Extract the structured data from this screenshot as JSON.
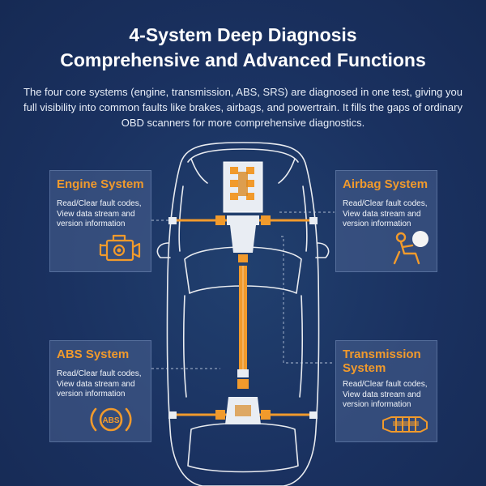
{
  "header": {
    "title_line1": "4-System Deep Diagnosis",
    "title_line2": "Comprehensive and Advanced Functions",
    "subtitle": "The four core systems (engine, transmission, ABS, SRS) are diagnosed in one test, giving you full visibility into common faults like brakes, airbags, and powertrain. It fills the gaps of ordinary OBD scanners for more comprehensive diagnostics."
  },
  "systems": {
    "engine": {
      "title": "Engine System",
      "description": "Read/Clear fault codes, View data stream and version information",
      "icon": "engine-icon"
    },
    "airbag": {
      "title": "Airbag System",
      "description": "Read/Clear fault codes, View data stream and version information",
      "icon": "airbag-icon"
    },
    "abs": {
      "title": "ABS System",
      "description": "Read/Clear fault codes, View data stream and version information",
      "icon": "abs-icon",
      "badge": "ABS"
    },
    "transmission": {
      "title_line1": "Transmission",
      "title_line2": "System",
      "description": "Read/Clear fault codes, View data stream and version information",
      "icon": "transmission-icon"
    }
  },
  "colors": {
    "background": "#1c3562",
    "accent": "#f19a2c",
    "card": "#4a6391"
  }
}
